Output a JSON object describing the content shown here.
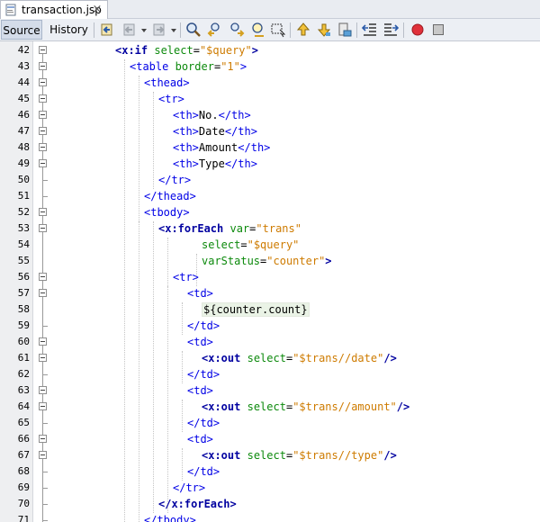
{
  "file_tab": {
    "name": "transaction.jsp",
    "icon": "jsp-file-icon",
    "close_glyph": "×"
  },
  "view_tabs": {
    "source": "Source",
    "history": "History"
  },
  "colors": {
    "tag": "#0000e6",
    "attribute": "#0d8a0d",
    "string": "#ce7b00",
    "jstl": "#0000a0"
  },
  "lines": [
    {
      "n": "42",
      "tokens": [
        [
          "tb",
          "<x:if"
        ],
        [
          "p",
          " "
        ],
        [
          "a",
          "select"
        ],
        [
          "p",
          "="
        ],
        [
          "s",
          "\"$query\""
        ],
        [
          "tb",
          ">"
        ]
      ]
    },
    {
      "n": "43",
      "tokens": [
        [
          "t",
          "<table"
        ],
        [
          "p",
          " "
        ],
        [
          "a",
          "border"
        ],
        [
          "p",
          "="
        ],
        [
          "s",
          "\"1\""
        ],
        [
          "t",
          ">"
        ]
      ]
    },
    {
      "n": "44",
      "tokens": [
        [
          "t",
          "<thead>"
        ]
      ]
    },
    {
      "n": "45",
      "tokens": [
        [
          "t",
          "<tr>"
        ]
      ]
    },
    {
      "n": "46",
      "tokens": [
        [
          "t",
          "<th>"
        ],
        [
          "p",
          "No."
        ],
        [
          "t",
          "</th>"
        ]
      ]
    },
    {
      "n": "47",
      "tokens": [
        [
          "t",
          "<th>"
        ],
        [
          "p",
          "Date"
        ],
        [
          "t",
          "</th>"
        ]
      ]
    },
    {
      "n": "48",
      "tokens": [
        [
          "t",
          "<th>"
        ],
        [
          "p",
          "Amount"
        ],
        [
          "t",
          "</th>"
        ]
      ]
    },
    {
      "n": "49",
      "tokens": [
        [
          "t",
          "<th>"
        ],
        [
          "p",
          "Type"
        ],
        [
          "t",
          "</th>"
        ]
      ]
    },
    {
      "n": "50",
      "tokens": [
        [
          "t",
          "</tr>"
        ]
      ]
    },
    {
      "n": "51",
      "tokens": [
        [
          "t",
          "</thead>"
        ]
      ]
    },
    {
      "n": "52",
      "tokens": [
        [
          "t",
          "<tbody>"
        ]
      ]
    },
    {
      "n": "53",
      "tokens": [
        [
          "tb",
          "<x:forEach"
        ],
        [
          "p",
          " "
        ],
        [
          "a",
          "var"
        ],
        [
          "p",
          "="
        ],
        [
          "s",
          "\"trans\""
        ]
      ]
    },
    {
      "n": "54",
      "tokens": [
        [
          "a",
          "select"
        ],
        [
          "p",
          "="
        ],
        [
          "s",
          "\"$query\""
        ]
      ]
    },
    {
      "n": "55",
      "tokens": [
        [
          "a",
          "varStatus"
        ],
        [
          "p",
          "="
        ],
        [
          "s",
          "\"counter\""
        ],
        [
          "tb",
          ">"
        ]
      ]
    },
    {
      "n": "56",
      "tokens": [
        [
          "t",
          "<tr>"
        ]
      ]
    },
    {
      "n": "57",
      "tokens": [
        [
          "t",
          "<td>"
        ]
      ]
    },
    {
      "n": "58",
      "tokens": [
        [
          "hl",
          "${counter.count}"
        ]
      ]
    },
    {
      "n": "59",
      "tokens": [
        [
          "t",
          "</td>"
        ]
      ]
    },
    {
      "n": "60",
      "tokens": [
        [
          "t",
          "<td>"
        ]
      ]
    },
    {
      "n": "61",
      "tokens": [
        [
          "tb",
          "<x:out"
        ],
        [
          "p",
          " "
        ],
        [
          "a",
          "select"
        ],
        [
          "p",
          "="
        ],
        [
          "s",
          "\"$trans//date\""
        ],
        [
          "tb",
          "/>"
        ]
      ]
    },
    {
      "n": "62",
      "tokens": [
        [
          "t",
          "</td>"
        ]
      ]
    },
    {
      "n": "63",
      "tokens": [
        [
          "t",
          "<td>"
        ]
      ]
    },
    {
      "n": "64",
      "tokens": [
        [
          "tb",
          "<x:out"
        ],
        [
          "p",
          " "
        ],
        [
          "a",
          "select"
        ],
        [
          "p",
          "="
        ],
        [
          "s",
          "\"$trans//amount\""
        ],
        [
          "tb",
          "/>"
        ]
      ]
    },
    {
      "n": "65",
      "tokens": [
        [
          "t",
          "</td>"
        ]
      ]
    },
    {
      "n": "66",
      "tokens": [
        [
          "t",
          "<td>"
        ]
      ]
    },
    {
      "n": "67",
      "tokens": [
        [
          "tb",
          "<x:out"
        ],
        [
          "p",
          " "
        ],
        [
          "a",
          "select"
        ],
        [
          "p",
          "="
        ],
        [
          "s",
          "\"$trans//type\""
        ],
        [
          "tb",
          "/>"
        ]
      ]
    },
    {
      "n": "68",
      "tokens": [
        [
          "t",
          "</td>"
        ]
      ]
    },
    {
      "n": "69",
      "tokens": [
        [
          "t",
          "</tr>"
        ]
      ]
    },
    {
      "n": "70",
      "tokens": [
        [
          "tb",
          "</x:forEach>"
        ]
      ]
    },
    {
      "n": "71",
      "tokens": [
        [
          "t",
          "</tbody>"
        ]
      ]
    }
  ]
}
